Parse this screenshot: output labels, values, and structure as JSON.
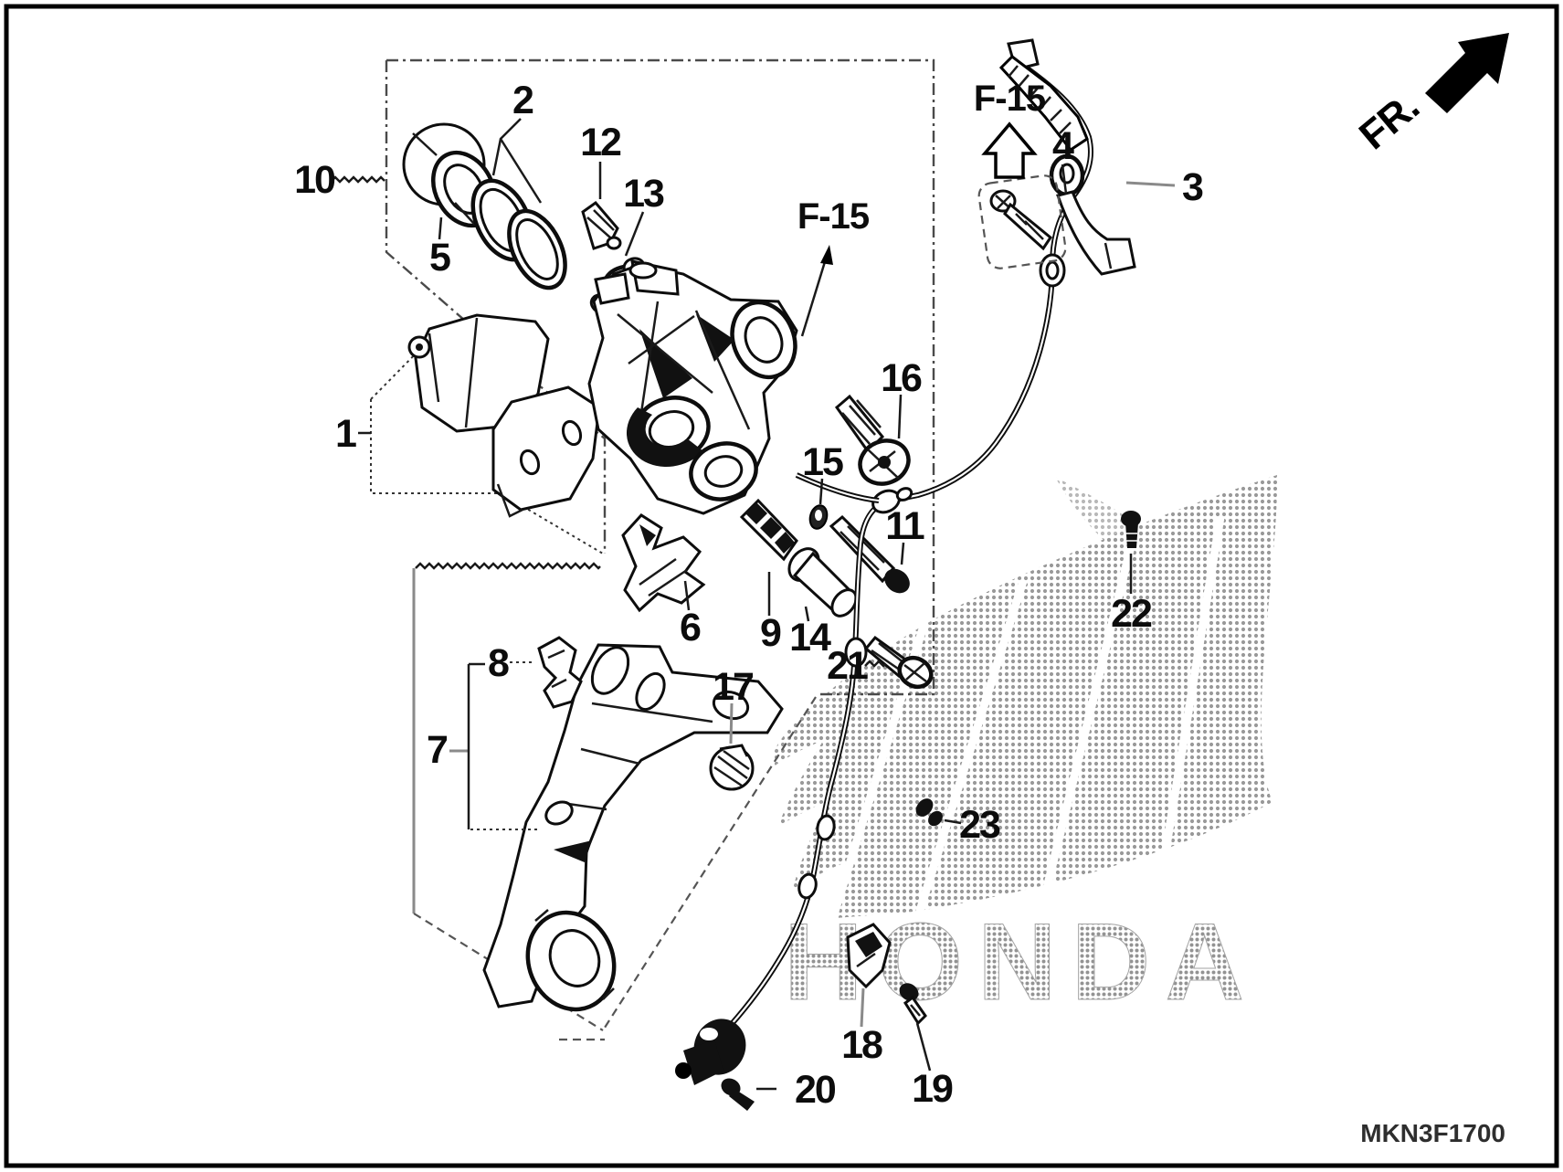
{
  "frame": {
    "code": "MKN3F1700"
  },
  "orientation": {
    "front_label": "FR."
  },
  "references": {
    "upper": "F-15",
    "caliper": "F-15"
  },
  "watermark": {
    "text": "HONDA"
  },
  "callouts": {
    "c1": "1",
    "c2": "2",
    "c3": "3",
    "c4": "4",
    "c5": "5",
    "c6": "6",
    "c7": "7",
    "c8": "8",
    "c9": "9",
    "c10": "10",
    "c11": "11",
    "c12": "12",
    "c13": "13",
    "c14": "14",
    "c15": "15",
    "c16": "16",
    "c17": "17",
    "c18": "18",
    "c19": "19",
    "c20": "20",
    "c21": "21",
    "c22": "22",
    "c23": "23"
  },
  "colors": {
    "line": "#0d0d0d",
    "boundary": "#4a4a4a",
    "halftone": "#8f8f8f"
  }
}
